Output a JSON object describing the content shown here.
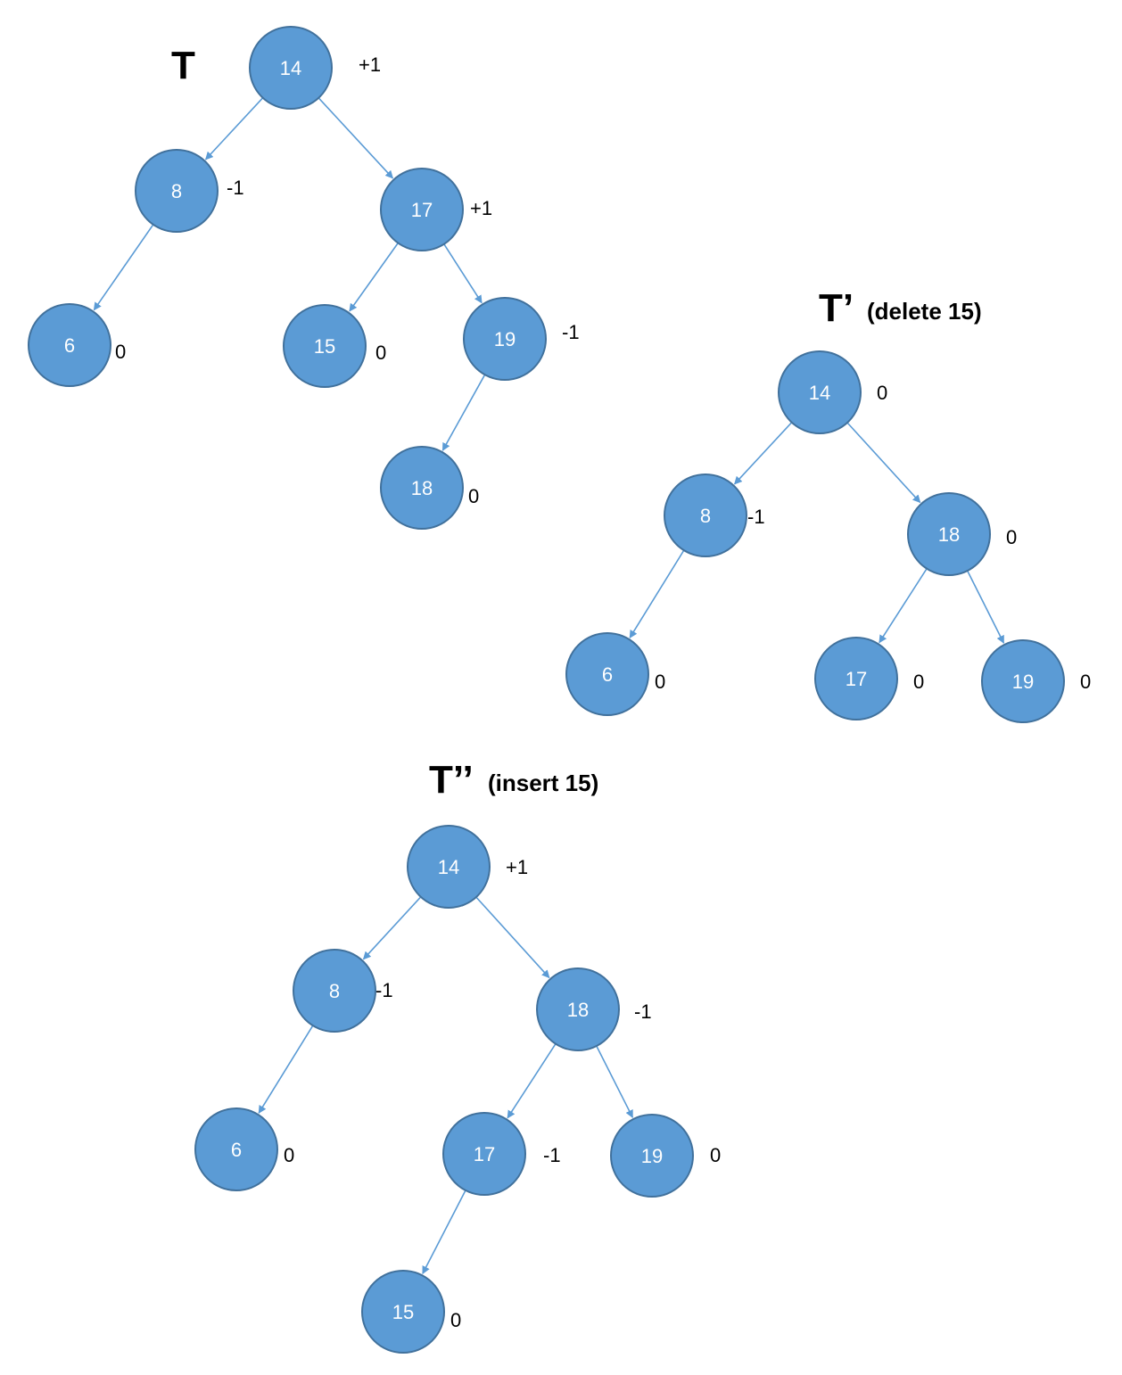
{
  "colors": {
    "node_fill": "#5b9bd5",
    "node_stroke": "#41719c",
    "edge": "#5b9bd5",
    "node_text": "#ffffff",
    "balance_text": "#000000"
  },
  "trees": [
    {
      "id": "T",
      "title": "T",
      "subtitle": "",
      "nodes": [
        {
          "id": "14",
          "label": "14",
          "balance": "+1"
        },
        {
          "id": "8",
          "label": "8",
          "balance": "-1"
        },
        {
          "id": "17",
          "label": "17",
          "balance": "+1"
        },
        {
          "id": "6",
          "label": "6",
          "balance": "0"
        },
        {
          "id": "15",
          "label": "15",
          "balance": "0"
        },
        {
          "id": "19",
          "label": "19",
          "balance": "-1"
        },
        {
          "id": "18",
          "label": "18",
          "balance": "0"
        }
      ],
      "edges": [
        {
          "from": "14",
          "to": "8"
        },
        {
          "from": "14",
          "to": "17"
        },
        {
          "from": "8",
          "to": "6"
        },
        {
          "from": "17",
          "to": "15"
        },
        {
          "from": "17",
          "to": "19"
        },
        {
          "from": "19",
          "to": "18"
        }
      ]
    },
    {
      "id": "T1",
      "title": "T’",
      "subtitle": "(delete 15)",
      "nodes": [
        {
          "id": "14",
          "label": "14",
          "balance": "0"
        },
        {
          "id": "8",
          "label": "8",
          "balance": "-1"
        },
        {
          "id": "18",
          "label": "18",
          "balance": "0"
        },
        {
          "id": "6",
          "label": "6",
          "balance": "0"
        },
        {
          "id": "17",
          "label": "17",
          "balance": "0"
        },
        {
          "id": "19",
          "label": "19",
          "balance": "0"
        }
      ],
      "edges": [
        {
          "from": "14",
          "to": "8"
        },
        {
          "from": "14",
          "to": "18"
        },
        {
          "from": "8",
          "to": "6"
        },
        {
          "from": "18",
          "to": "17"
        },
        {
          "from": "18",
          "to": "19"
        }
      ]
    },
    {
      "id": "T2",
      "title": "T’’",
      "subtitle": "(insert 15)",
      "nodes": [
        {
          "id": "14",
          "label": "14",
          "balance": "+1"
        },
        {
          "id": "8",
          "label": "8",
          "balance": "-1"
        },
        {
          "id": "18",
          "label": "18",
          "balance": "-1"
        },
        {
          "id": "6",
          "label": "6",
          "balance": "0"
        },
        {
          "id": "17",
          "label": "17",
          "balance": "-1"
        },
        {
          "id": "19",
          "label": "19",
          "balance": "0"
        },
        {
          "id": "15",
          "label": "15",
          "balance": "0"
        }
      ],
      "edges": [
        {
          "from": "14",
          "to": "8"
        },
        {
          "from": "14",
          "to": "18"
        },
        {
          "from": "8",
          "to": "6"
        },
        {
          "from": "18",
          "to": "17"
        },
        {
          "from": "18",
          "to": "19"
        },
        {
          "from": "17",
          "to": "15"
        }
      ]
    }
  ]
}
